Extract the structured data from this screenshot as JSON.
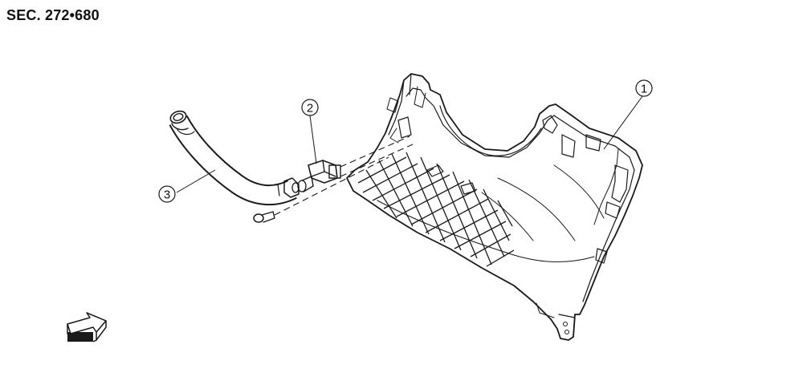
{
  "section_label": "SEC. 272•680",
  "callouts": [
    {
      "id": "1",
      "label": "1"
    },
    {
      "id": "2",
      "label": "2"
    },
    {
      "id": "3",
      "label": "3"
    }
  ],
  "icons": {
    "front_arrow": "front-direction-arrow-icon"
  },
  "colors": {
    "line": "#1a1a1a",
    "background": "#ffffff"
  }
}
